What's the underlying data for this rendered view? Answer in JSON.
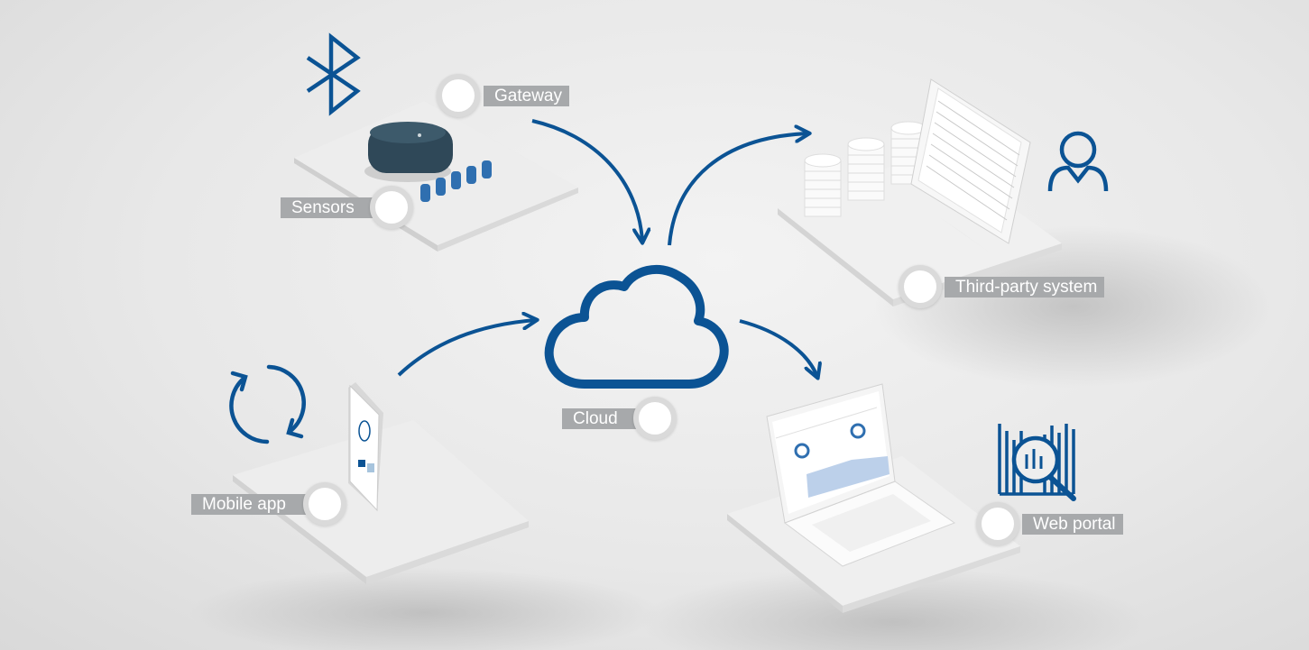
{
  "colors": {
    "accent": "#0b5394",
    "label_bg": "#a7a9ab",
    "label_text": "#ffffff"
  },
  "nodes": {
    "gateway": {
      "label": "Gateway",
      "icon": "bluetooth-icon"
    },
    "sensors": {
      "label": "Sensors"
    },
    "third_party": {
      "label": "Third-party system",
      "icon": "user-icon"
    },
    "cloud": {
      "label": "Cloud",
      "icon": "cloud-icon"
    },
    "mobile_app": {
      "label": "Mobile app",
      "icon": "sync-icon"
    },
    "web_portal": {
      "label": "Web portal",
      "icon": "analytics-search-icon"
    }
  }
}
